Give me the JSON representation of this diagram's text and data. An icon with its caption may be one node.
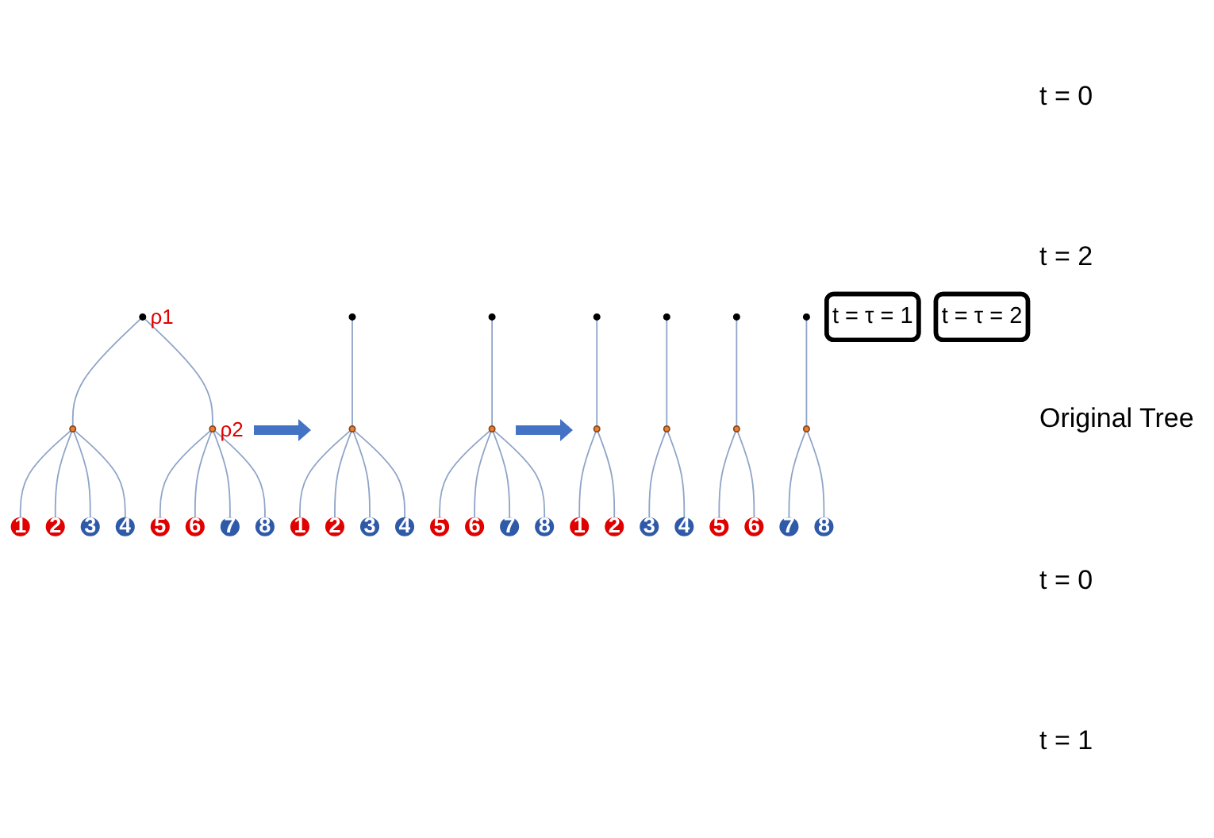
{
  "diagram": {
    "nodes": [
      {
        "text": [],
        "shape": "circle",
        "beside": [
          "ρ1"
        ]
      },
      {
        "text": [],
        "shape": "circle"
      },
      {
        "text": [],
        "shape": "circle",
        "beside": [
          "ρ2"
        ]
      },
      {
        "text": [
          "1"
        ]
      },
      {
        "text": [
          "2"
        ]
      },
      {
        "text": [
          "3"
        ]
      },
      {
        "text": [
          "4"
        ]
      },
      {
        "text": [
          "5"
        ]
      },
      {
        "text": [
          "6"
        ]
      },
      {
        "text": [
          "7"
        ]
      },
      {
        "text": [
          "8"
        ]
      },
      {
        "text": [],
        "shape": "circle"
      },
      {
        "text": [],
        "shape": "circle"
      },
      {
        "text": [],
        "shape": "circle"
      },
      {
        "text": [],
        "shape": "circle"
      },
      {
        "text": [
          "1"
        ]
      },
      {
        "text": [
          "2"
        ]
      },
      {
        "text": [
          "3"
        ]
      },
      {
        "text": [
          "4"
        ]
      },
      {
        "text": [
          "5"
        ]
      },
      {
        "text": [
          "6"
        ]
      },
      {
        "text": [
          "7"
        ]
      },
      {
        "text": [
          "8"
        ]
      },
      {
        "text": [],
        "shape": "circle"
      },
      {
        "text": [],
        "shape": "circle"
      },
      {
        "text": [],
        "shape": "circle"
      },
      {
        "text": [],
        "shape": "circle"
      },
      {
        "text": [],
        "shape": "circle"
      },
      {
        "text": [],
        "shape": "circle"
      },
      {
        "text": [],
        "shape": "circle"
      },
      {
        "text": [],
        "shape": "circle"
      },
      {
        "text": [
          "1"
        ]
      },
      {
        "text": [
          "2"
        ]
      },
      {
        "text": [
          "3"
        ]
      },
      {
        "text": [
          "4"
        ]
      },
      {
        "text": [
          "5"
        ]
      },
      {
        "text": [
          "6"
        ]
      },
      {
        "text": [
          "7"
        ]
      },
      {
        "text": [
          "8"
        ]
      },
      {
        "text": [
          "t = τ = 1"
        ]
      },
      {
        "text": [
          "t = τ = 2"
        ]
      }
    ],
    "edges": [
      {
        "from": 0,
        "to": 1,
        "arrow": "none"
      },
      {
        "from": 0,
        "to": 2,
        "arrow": "none"
      },
      {
        "from": 1,
        "to": 3,
        "arrow": "none"
      },
      {
        "from": 1,
        "to": 4,
        "arrow": "none"
      },
      {
        "from": 1,
        "to": 5,
        "arrow": "none"
      },
      {
        "from": 1,
        "to": 6,
        "arrow": "none"
      },
      {
        "from": 2,
        "to": 7,
        "arrow": "none"
      },
      {
        "from": 2,
        "to": 8,
        "arrow": "none"
      },
      {
        "from": 2,
        "to": 9,
        "arrow": "none"
      },
      {
        "from": 2,
        "to": 10,
        "arrow": "none"
      },
      {
        "from": 11,
        "to": 13,
        "arrow": "none"
      },
      {
        "from": 12,
        "to": 14,
        "arrow": "none"
      },
      {
        "from": 13,
        "to": 15,
        "arrow": "none"
      },
      {
        "from": 13,
        "to": 16,
        "arrow": "none"
      },
      {
        "from": 13,
        "to": 17,
        "arrow": "none"
      },
      {
        "from": 13,
        "to": 18,
        "arrow": "none"
      },
      {
        "from": 14,
        "to": 19,
        "arrow": "none"
      },
      {
        "from": 14,
        "to": 20,
        "arrow": "none"
      },
      {
        "from": 14,
        "to": 21,
        "arrow": "none"
      },
      {
        "from": 14,
        "to": 22,
        "arrow": "none"
      },
      {
        "from": 23,
        "to": 27,
        "arrow": "none"
      },
      {
        "from": 24,
        "to": 28,
        "arrow": "none"
      },
      {
        "from": 25,
        "to": 29,
        "arrow": "none"
      },
      {
        "from": 26,
        "to": 30,
        "arrow": "none"
      },
      {
        "from": 27,
        "to": 31,
        "arrow": "none"
      },
      {
        "from": 27,
        "to": 32,
        "arrow": "none"
      },
      {
        "from": 28,
        "to": 33,
        "arrow": "none"
      },
      {
        "from": 28,
        "to": 34,
        "arrow": "none"
      },
      {
        "from": 29,
        "to": 35,
        "arrow": "none"
      },
      {
        "from": 29,
        "to": 36,
        "arrow": "none"
      },
      {
        "from": 30,
        "to": 37,
        "arrow": "none"
      },
      {
        "from": 30,
        "to": 38,
        "arrow": "none"
      }
    ],
    "labels": [
      "t = 0",
      "t = 2",
      "Original Tree",
      "t = 0",
      "t = 1"
    ]
  }
}
